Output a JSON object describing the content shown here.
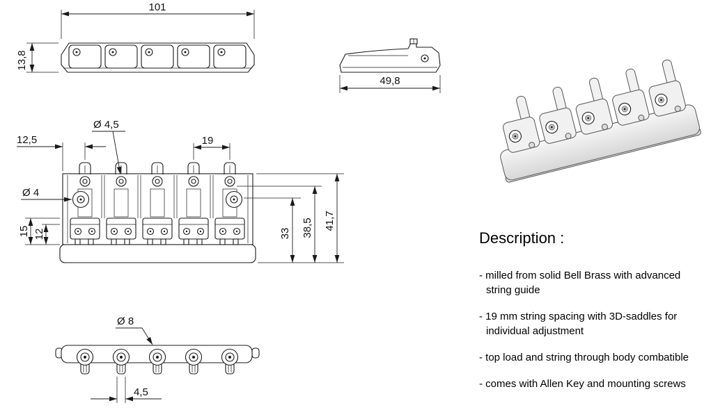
{
  "drawing": {
    "top_view": {
      "width": "101",
      "height": "13,8"
    },
    "side_view": {
      "width": "49,8"
    },
    "front_view": {
      "edge_offset": "12,5",
      "hole_diameter": "Ø 4,5",
      "string_spacing": "19",
      "screw_diameter": "Ø 4",
      "saddle_height_outer": "15",
      "saddle_height_inner": "12",
      "height_saddle": "33",
      "height_mid": "38,5",
      "height_total": "41,7"
    },
    "bottom_view": {
      "ferrule_diameter": "Ø 8",
      "stem_width": "4,5"
    }
  },
  "description": {
    "title": "Description :",
    "items": [
      "- milled from solid Bell Brass with advanced string guide",
      "- 19 mm string spacing with 3D-saddles for individual adjustment",
      "- top load and string through body combatible",
      "- comes with Allen Key and mounting screws"
    ]
  }
}
